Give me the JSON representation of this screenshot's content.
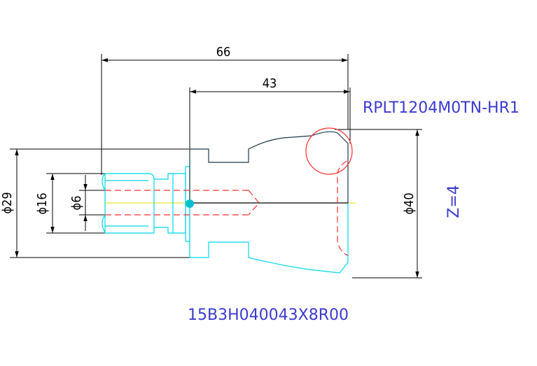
{
  "drawing": {
    "dimensions": {
      "overall_length": "66",
      "inner_length": "43",
      "dia_29": "ϕ29",
      "dia_16": "ϕ16",
      "dia_6": "ϕ6",
      "dia_40": "ϕ40"
    },
    "insert_label": "RPLT1204M0TN-HR1",
    "teeth_label": "Z=4",
    "part_code": "15B3H040043X8R00"
  },
  "colors": {
    "canvas": "#ffffff",
    "dimension_lines": "#000000",
    "cutter_body": "#1e3a4a",
    "shank_outline": "#00d8e8",
    "hidden_lines": "#ff3030",
    "centerline": "#e0e000",
    "text_blue": "#3b3bd0",
    "center_marker": "#00c0d0"
  }
}
